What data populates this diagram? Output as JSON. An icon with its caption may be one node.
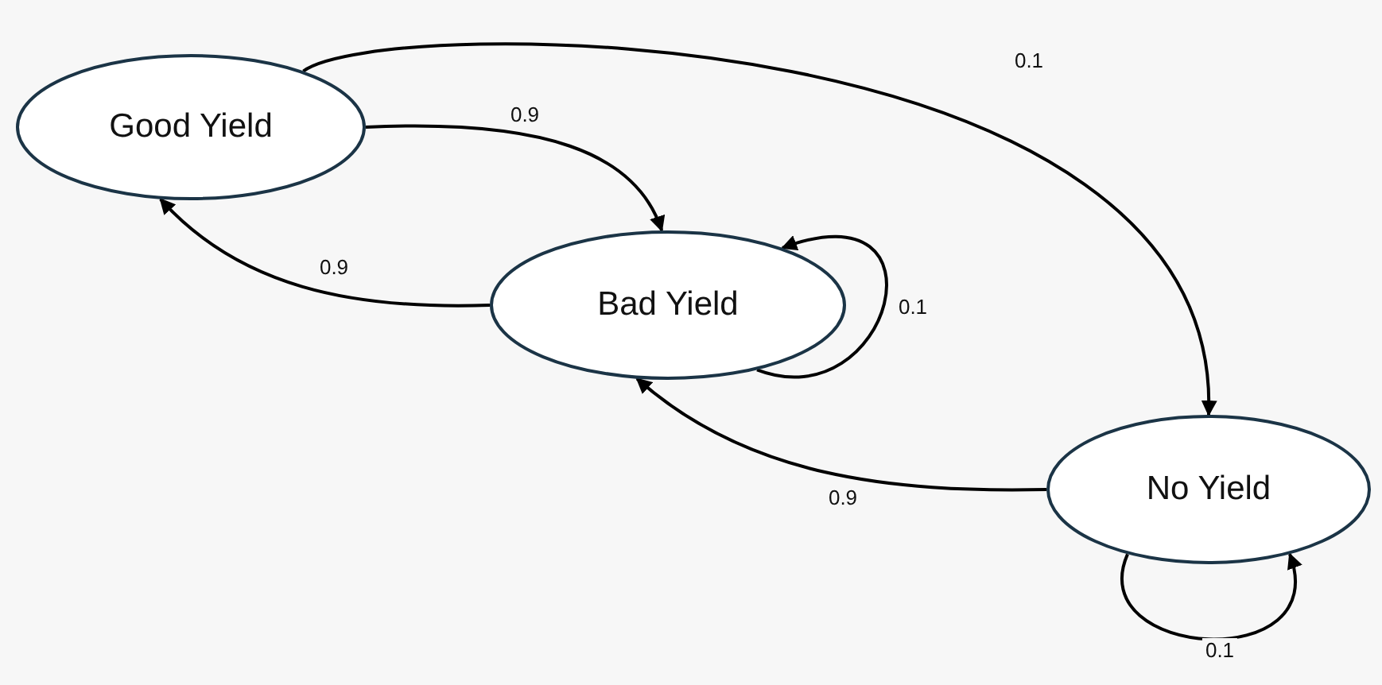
{
  "diagram": {
    "nodes": [
      {
        "text": [
          "Good Yield"
        ]
      },
      {
        "text": [
          "Bad Yield"
        ]
      },
      {
        "text": [
          "No Yield"
        ]
      }
    ],
    "edges": [
      {
        "from": 0,
        "to": 2,
        "arrow": "to",
        "label": "0.1"
      },
      {
        "from": 0,
        "to": 1,
        "arrow": "to",
        "label": "0.9"
      },
      {
        "from": 1,
        "to": 0,
        "arrow": "to",
        "label": "0.9"
      },
      {
        "from": 1,
        "to": 1,
        "arrow": "to",
        "label": "0.1"
      },
      {
        "from": 2,
        "to": 1,
        "arrow": "to",
        "label": "0.9"
      },
      {
        "from": 2,
        "to": 2,
        "arrow": "to",
        "label": "0.1"
      }
    ]
  }
}
